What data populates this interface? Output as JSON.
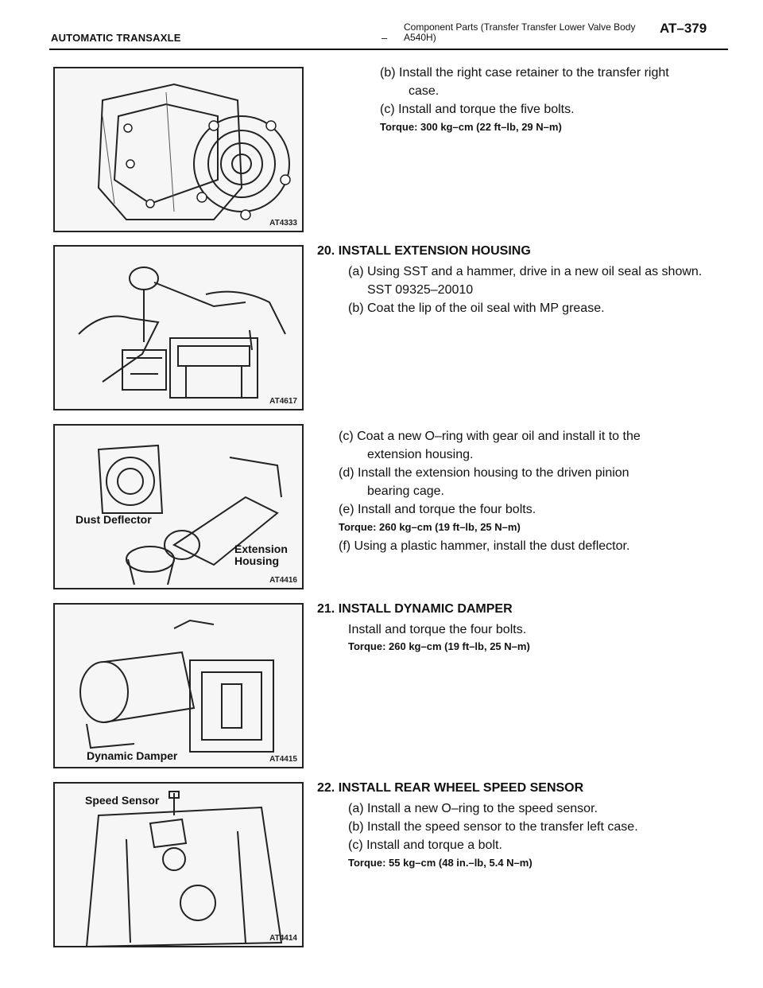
{
  "header": {
    "section": "AUTOMATIC TRANSAXLE",
    "dash": "–",
    "title": "Component Parts (Transfer Transfer Lower Valve Body A540H)",
    "page": "AT–379"
  },
  "figures": [
    {
      "code": "AT4333"
    },
    {
      "code": "AT4617"
    },
    {
      "code": "AT4416",
      "callouts": [
        "Dust Deflector",
        "Extension Housing"
      ]
    },
    {
      "code": "AT4415",
      "callouts": [
        "Dynamic Damper"
      ]
    },
    {
      "code": "AT4414",
      "callouts": [
        "Speed Sensor"
      ]
    }
  ],
  "block1": {
    "b1": "(b) Install the right case retainer to the transfer right",
    "b2": "case.",
    "c": "(c) Install and torque the five bolts.",
    "torque": "Torque: 300 kg–cm (22 ft–lb, 29 N–m)"
  },
  "step20": {
    "title": "20. INSTALL EXTENSION HOUSING",
    "a": "(a) Using SST and a hammer, drive in a new oil seal as shown.",
    "sst": "SST 09325–20010",
    "b": "(b) Coat the lip of the oil seal with MP grease."
  },
  "block3": {
    "c1": "(c) Coat a new O–ring with gear oil and install it to the",
    "c2": "extension housing.",
    "d1": "(d) Install the extension housing to the driven pinion",
    "d2": "bearing cage.",
    "e": "(e) Install and torque the four bolts.",
    "torque": "Torque: 260 kg–cm (19 ft–lb, 25 N–m)",
    "f": "(f) Using a plastic hammer, install the dust deflector."
  },
  "step21": {
    "title": "21. INSTALL DYNAMIC DAMPER",
    "text": "Install and torque the four bolts.",
    "torque": "Torque: 260 kg–cm (19 ft–lb, 25 N–m)"
  },
  "step22": {
    "title": "22. INSTALL REAR WHEEL SPEED SENSOR",
    "a": "(a) Install a new O–ring to the speed sensor.",
    "b": "(b) Install the speed sensor to the transfer left case.",
    "c": "(c) Install and torque a bolt.",
    "torque": "Torque: 55 kg–cm (48 in.–lb, 5.4 N–m)"
  }
}
